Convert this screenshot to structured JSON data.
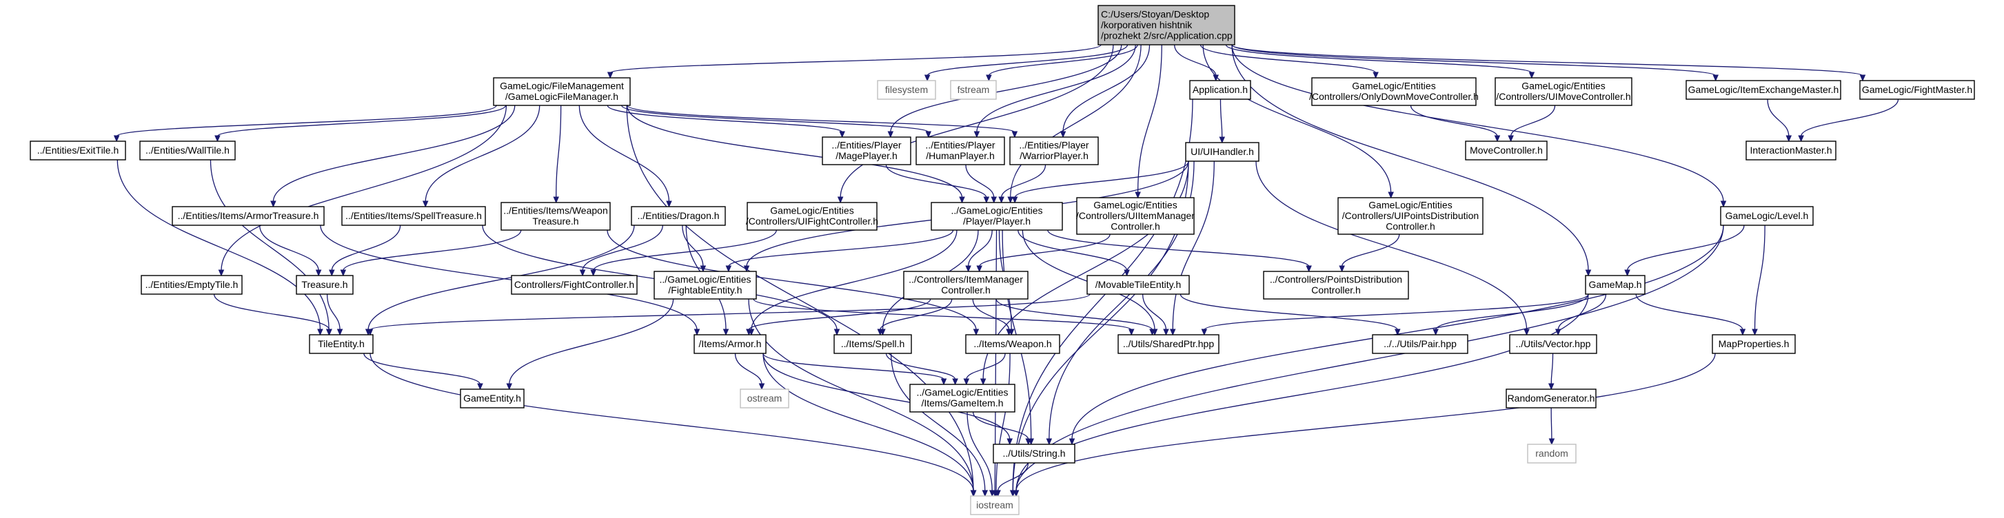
{
  "diagram": {
    "title_node": "n_app",
    "colors": {
      "edge": "#191970",
      "root_fill": "#bfbfbf",
      "node_border": "#000000",
      "system_border": "#bfbfbf"
    },
    "nodes": [
      {
        "id": "n_app",
        "lines": [
          "C:/Users/Stoyan/Desktop",
          "/korporativen hishtnik",
          "/prozhekt 2/src/Application.cpp"
        ],
        "kind": "root"
      },
      {
        "id": "n_gl_fm",
        "lines": [
          "GameLogic/FileManagement",
          "/GameLogicFileManager.h"
        ],
        "kind": "file"
      },
      {
        "id": "n_filesystem",
        "lines": [
          "filesystem"
        ],
        "kind": "system"
      },
      {
        "id": "n_fstream",
        "lines": [
          "fstream"
        ],
        "kind": "system"
      },
      {
        "id": "n_apph",
        "lines": [
          "Application.h"
        ],
        "kind": "file"
      },
      {
        "id": "n_onlydown",
        "lines": [
          "GameLogic/Entities",
          "/Controllers/OnlyDownMoveController.h"
        ],
        "kind": "file"
      },
      {
        "id": "n_uimove",
        "lines": [
          "GameLogic/Entities",
          "/Controllers/UIMoveController.h"
        ],
        "kind": "file"
      },
      {
        "id": "n_itemex",
        "lines": [
          "GameLogic/ItemExchangeMaster.h"
        ],
        "kind": "file"
      },
      {
        "id": "n_fightm",
        "lines": [
          "GameLogic/FightMaster.h"
        ],
        "kind": "file"
      },
      {
        "id": "n_exittile",
        "lines": [
          "../Entities/ExitTile.h"
        ],
        "kind": "file"
      },
      {
        "id": "n_walltile",
        "lines": [
          "../Entities/WallTile.h"
        ],
        "kind": "file"
      },
      {
        "id": "n_mage",
        "lines": [
          "../Entities/Player",
          "/MagePlayer.h"
        ],
        "kind": "file"
      },
      {
        "id": "n_human",
        "lines": [
          "../Entities/Player",
          "/HumanPlayer.h"
        ],
        "kind": "file"
      },
      {
        "id": "n_warrior",
        "lines": [
          "../Entities/Player",
          "/WarriorPlayer.h"
        ],
        "kind": "file"
      },
      {
        "id": "n_movectrl",
        "lines": [
          "MoveController.h"
        ],
        "kind": "file"
      },
      {
        "id": "n_interm",
        "lines": [
          "InteractionMaster.h"
        ],
        "kind": "file"
      },
      {
        "id": "n_uihandler",
        "lines": [
          "UI/UIHandler.h"
        ],
        "kind": "file"
      },
      {
        "id": "n_armortr",
        "lines": [
          "../Entities/Items/ArmorTreasure.h"
        ],
        "kind": "file"
      },
      {
        "id": "n_spelltr",
        "lines": [
          "../Entities/Items/SpellTreasure.h"
        ],
        "kind": "file"
      },
      {
        "id": "n_weapontr",
        "lines": [
          "../Entities/Items/Weapon",
          "Treasure.h"
        ],
        "kind": "file"
      },
      {
        "id": "n_dragon",
        "lines": [
          "../Entities/Dragon.h"
        ],
        "kind": "file"
      },
      {
        "id": "n_uifight",
        "lines": [
          "GameLogic/Entities",
          "/Controllers/UIFightController.h"
        ],
        "kind": "file"
      },
      {
        "id": "n_player",
        "lines": [
          "../GameLogic/Entities",
          "/Player/Player.h"
        ],
        "kind": "file"
      },
      {
        "id": "n_uiitem",
        "lines": [
          "GameLogic/Entities",
          "/Controllers/UIItemManager",
          "Controller.h"
        ],
        "kind": "file"
      },
      {
        "id": "n_uipoints",
        "lines": [
          "GameLogic/Entities",
          "/Controllers/UIPointsDistribution",
          "Controller.h"
        ],
        "kind": "file"
      },
      {
        "id": "n_level",
        "lines": [
          "GameLogic/Level.h"
        ],
        "kind": "file"
      },
      {
        "id": "n_emptytile",
        "lines": [
          "../Entities/EmptyTile.h"
        ],
        "kind": "file"
      },
      {
        "id": "n_treasure",
        "lines": [
          "Treasure.h"
        ],
        "kind": "file"
      },
      {
        "id": "n_fightctrl",
        "lines": [
          "Controllers/FightController.h"
        ],
        "kind": "file"
      },
      {
        "id": "n_fightable",
        "lines": [
          "../GameLogic/Entities",
          "/FightableEntity.h"
        ],
        "kind": "file"
      },
      {
        "id": "n_itemmgr",
        "lines": [
          "../Controllers/ItemManager",
          "Controller.h"
        ],
        "kind": "file"
      },
      {
        "id": "n_movable",
        "lines": [
          "/MovableTileEntity.h"
        ],
        "kind": "file"
      },
      {
        "id": "n_pointsdist",
        "lines": [
          "../Controllers/PointsDistribution",
          "Controller.h"
        ],
        "kind": "file"
      },
      {
        "id": "n_gamemap",
        "lines": [
          "GameMap.h"
        ],
        "kind": "file"
      },
      {
        "id": "n_tileentity",
        "lines": [
          "TileEntity.h"
        ],
        "kind": "file"
      },
      {
        "id": "n_armor",
        "lines": [
          "/Items/Armor.h"
        ],
        "kind": "file"
      },
      {
        "id": "n_spell",
        "lines": [
          "../Items/Spell.h"
        ],
        "kind": "file"
      },
      {
        "id": "n_weapon",
        "lines": [
          "../Items/Weapon.h"
        ],
        "kind": "file"
      },
      {
        "id": "n_sharedptr",
        "lines": [
          "../Utils/SharedPtr.hpp"
        ],
        "kind": "file"
      },
      {
        "id": "n_pair",
        "lines": [
          "../../Utils/Pair.hpp"
        ],
        "kind": "file"
      },
      {
        "id": "n_vector",
        "lines": [
          "../Utils/Vector.hpp"
        ],
        "kind": "file"
      },
      {
        "id": "n_mapprops",
        "lines": [
          "MapProperties.h"
        ],
        "kind": "file"
      },
      {
        "id": "n_gameentity",
        "lines": [
          "GameEntity.h"
        ],
        "kind": "file"
      },
      {
        "id": "n_ostream",
        "lines": [
          "ostream"
        ],
        "kind": "system"
      },
      {
        "id": "n_gameitem",
        "lines": [
          "../GameLogic/Entities",
          "/Items/GameItem.h"
        ],
        "kind": "file"
      },
      {
        "id": "n_randgen",
        "lines": [
          "RandomGenerator.h"
        ],
        "kind": "file"
      },
      {
        "id": "n_string",
        "lines": [
          "../Utils/String.h"
        ],
        "kind": "file"
      },
      {
        "id": "n_random",
        "lines": [
          "random"
        ],
        "kind": "system"
      },
      {
        "id": "n_iostream",
        "lines": [
          "iostream"
        ],
        "kind": "system"
      }
    ],
    "edges": [
      [
        "n_app",
        "n_gl_fm"
      ],
      [
        "n_app",
        "n_filesystem"
      ],
      [
        "n_app",
        "n_fstream"
      ],
      [
        "n_app",
        "n_apph"
      ],
      [
        "n_app",
        "n_onlydown"
      ],
      [
        "n_app",
        "n_uimove"
      ],
      [
        "n_app",
        "n_itemex"
      ],
      [
        "n_app",
        "n_fightm"
      ],
      [
        "n_app",
        "n_mage"
      ],
      [
        "n_app",
        "n_human"
      ],
      [
        "n_app",
        "n_warrior"
      ],
      [
        "n_app",
        "n_player"
      ],
      [
        "n_app",
        "n_uifight"
      ],
      [
        "n_app",
        "n_uiitem"
      ],
      [
        "n_app",
        "n_uipoints"
      ],
      [
        "n_app",
        "n_gamemap"
      ],
      [
        "n_app",
        "n_level"
      ],
      [
        "n_gl_fm",
        "n_exittile"
      ],
      [
        "n_gl_fm",
        "n_walltile"
      ],
      [
        "n_gl_fm",
        "n_mage"
      ],
      [
        "n_gl_fm",
        "n_human"
      ],
      [
        "n_gl_fm",
        "n_warrior"
      ],
      [
        "n_gl_fm",
        "n_armortr"
      ],
      [
        "n_gl_fm",
        "n_spelltr"
      ],
      [
        "n_gl_fm",
        "n_weapontr"
      ],
      [
        "n_gl_fm",
        "n_dragon"
      ],
      [
        "n_gl_fm",
        "n_emptytile"
      ],
      [
        "n_gl_fm",
        "n_player"
      ],
      [
        "n_gl_fm",
        "n_iostream"
      ],
      [
        "n_apph",
        "n_uihandler"
      ],
      [
        "n_apph",
        "n_iostream"
      ],
      [
        "n_onlydown",
        "n_movectrl"
      ],
      [
        "n_uimove",
        "n_movectrl"
      ],
      [
        "n_itemex",
        "n_interm"
      ],
      [
        "n_fightm",
        "n_interm"
      ],
      [
        "n_exittile",
        "n_tileentity"
      ],
      [
        "n_walltile",
        "n_tileentity"
      ],
      [
        "n_emptytile",
        "n_tileentity"
      ],
      [
        "n_mage",
        "n_player"
      ],
      [
        "n_human",
        "n_player"
      ],
      [
        "n_warrior",
        "n_player"
      ],
      [
        "n_uihandler",
        "n_player"
      ],
      [
        "n_uihandler",
        "n_fightable"
      ],
      [
        "n_uihandler",
        "n_sharedptr"
      ],
      [
        "n_uihandler",
        "n_vector"
      ],
      [
        "n_uihandler",
        "n_string"
      ],
      [
        "n_uihandler",
        "n_gameitem"
      ],
      [
        "n_uihandler",
        "n_iostream"
      ],
      [
        "n_armortr",
        "n_treasure"
      ],
      [
        "n_armortr",
        "n_armor"
      ],
      [
        "n_spelltr",
        "n_treasure"
      ],
      [
        "n_spelltr",
        "n_spell"
      ],
      [
        "n_weapontr",
        "n_treasure"
      ],
      [
        "n_weapontr",
        "n_weapon"
      ],
      [
        "n_dragon",
        "n_fightable"
      ],
      [
        "n_dragon",
        "n_tileentity"
      ],
      [
        "n_dragon",
        "n_fightctrl"
      ],
      [
        "n_dragon",
        "n_armor"
      ],
      [
        "n_uifight",
        "n_fightctrl"
      ],
      [
        "n_uiitem",
        "n_itemmgr"
      ],
      [
        "n_uipoints",
        "n_pointsdist"
      ],
      [
        "n_player",
        "n_fightable"
      ],
      [
        "n_player",
        "n_itemmgr"
      ],
      [
        "n_player",
        "n_movable"
      ],
      [
        "n_player",
        "n_pointsdist"
      ],
      [
        "n_player",
        "n_sharedptr"
      ],
      [
        "n_player",
        "n_armor"
      ],
      [
        "n_player",
        "n_spell"
      ],
      [
        "n_player",
        "n_weapon"
      ],
      [
        "n_player",
        "n_string"
      ],
      [
        "n_player",
        "n_iostream"
      ],
      [
        "n_level",
        "n_gamemap"
      ],
      [
        "n_level",
        "n_mapprops"
      ],
      [
        "n_level",
        "n_string"
      ],
      [
        "n_level",
        "n_iostream"
      ],
      [
        "n_treasure",
        "n_tileentity"
      ],
      [
        "n_fightable",
        "n_gameentity"
      ],
      [
        "n_fightable",
        "n_sharedptr"
      ],
      [
        "n_fightable",
        "n_iostream"
      ],
      [
        "n_itemmgr",
        "n_armor"
      ],
      [
        "n_itemmgr",
        "n_spell"
      ],
      [
        "n_itemmgr",
        "n_weapon"
      ],
      [
        "n_itemmgr",
        "n_sharedptr"
      ],
      [
        "n_movable",
        "n_tileentity"
      ],
      [
        "n_movable",
        "n_sharedptr"
      ],
      [
        "n_movable",
        "n_pair"
      ],
      [
        "n_gamemap",
        "n_sharedptr"
      ],
      [
        "n_gamemap",
        "n_pair"
      ],
      [
        "n_gamemap",
        "n_vector"
      ],
      [
        "n_gamemap",
        "n_mapprops"
      ],
      [
        "n_gamemap",
        "n_iostream"
      ],
      [
        "n_tileentity",
        "n_gameentity"
      ],
      [
        "n_tileentity",
        "n_iostream"
      ],
      [
        "n_armor",
        "n_ostream"
      ],
      [
        "n_armor",
        "n_gameitem"
      ],
      [
        "n_armor",
        "n_string"
      ],
      [
        "n_armor",
        "n_iostream"
      ],
      [
        "n_spell",
        "n_gameitem"
      ],
      [
        "n_spell",
        "n_iostream"
      ],
      [
        "n_weapon",
        "n_gameitem"
      ],
      [
        "n_weapon",
        "n_iostream"
      ],
      [
        "n_vector",
        "n_randgen"
      ],
      [
        "n_randgen",
        "n_random"
      ],
      [
        "n_gameitem",
        "n_string"
      ],
      [
        "n_gameitem",
        "n_iostream"
      ],
      [
        "n_mapprops",
        "n_iostream"
      ],
      [
        "n_string",
        "n_iostream"
      ]
    ]
  }
}
